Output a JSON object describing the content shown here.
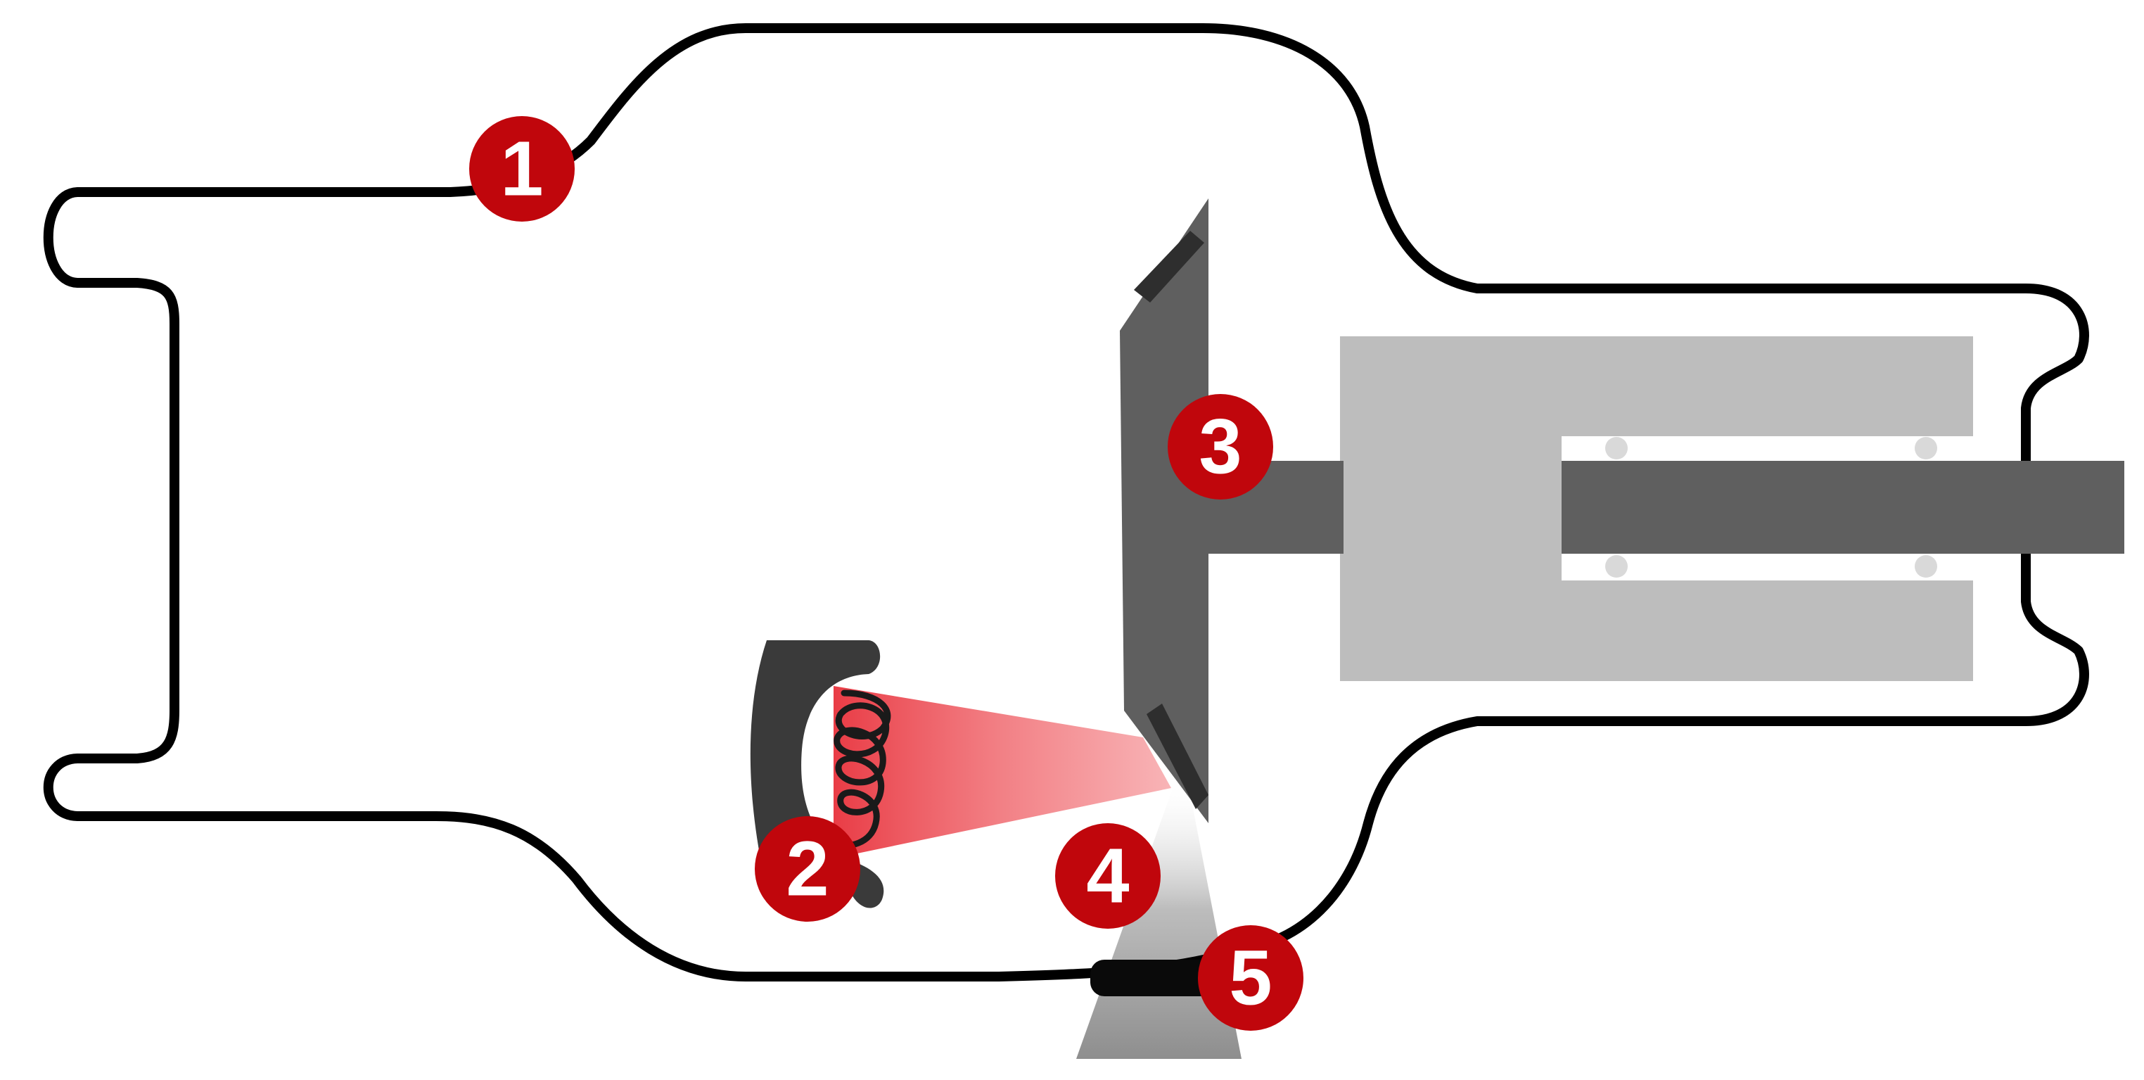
{
  "diagram": {
    "colors": {
      "outline": "#000000",
      "anode": "#5f5f5f",
      "rotor_housing": "#bdbdbd",
      "cathode_cup": "#3a3a3a",
      "electron_beam": "#e8323c",
      "xray_beam": "#9a9a9a",
      "window": "#0a0a0a",
      "marker": "#c0060c",
      "marker_text": "#ffffff"
    },
    "markers": [
      {
        "id": "1",
        "label": "1"
      },
      {
        "id": "2",
        "label": "2"
      },
      {
        "id": "3",
        "label": "3"
      },
      {
        "id": "4",
        "label": "4"
      },
      {
        "id": "5",
        "label": "5"
      }
    ]
  }
}
